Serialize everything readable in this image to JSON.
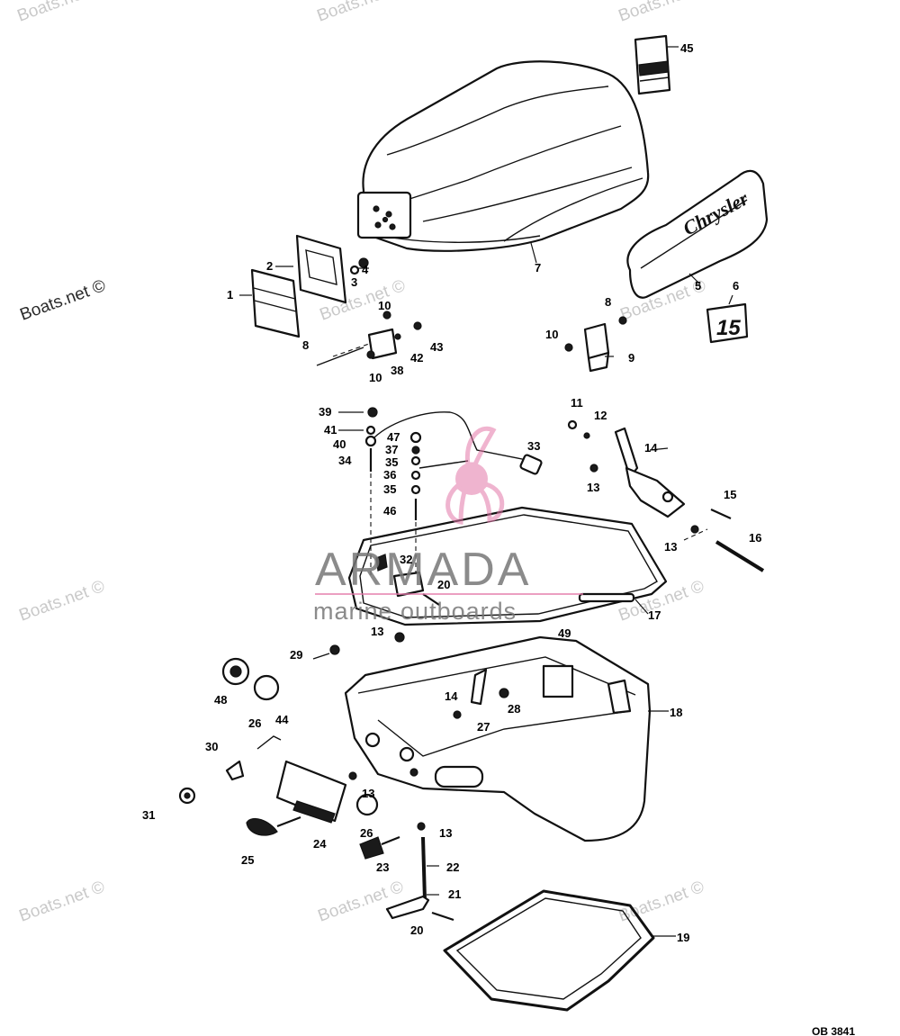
{
  "diagram": {
    "drawing_code": "OB 3841",
    "cowl_brand": "Chrysler",
    "decal_number": "15"
  },
  "watermarks": {
    "site": "Boats.net ©",
    "logo_main": "ARMADA",
    "logo_sub": "marine outboards"
  },
  "part_numbers": [
    "1",
    "2",
    "3",
    "4",
    "5",
    "6",
    "7",
    "8",
    "9",
    "10",
    "11",
    "12",
    "13",
    "14",
    "15",
    "16",
    "17",
    "18",
    "19",
    "20",
    "21",
    "22",
    "23",
    "24",
    "25",
    "26",
    "27",
    "28",
    "29",
    "30",
    "31",
    "32",
    "33",
    "34",
    "35",
    "36",
    "37",
    "38",
    "39",
    "40",
    "41",
    "42",
    "43",
    "44",
    "45",
    "46",
    "47",
    "48",
    "49"
  ],
  "callouts": [
    {
      "id": "c45",
      "text": "45"
    },
    {
      "id": "c7",
      "text": "7"
    },
    {
      "id": "c2",
      "text": "2"
    },
    {
      "id": "c4",
      "text": "4"
    },
    {
      "id": "c3",
      "text": "3"
    },
    {
      "id": "c1",
      "text": "1"
    },
    {
      "id": "c5",
      "text": "5"
    },
    {
      "id": "c6",
      "text": "6"
    },
    {
      "id": "c10a",
      "text": "10"
    },
    {
      "id": "c8a",
      "text": "8"
    },
    {
      "id": "c43",
      "text": "43"
    },
    {
      "id": "c42",
      "text": "42"
    },
    {
      "id": "c38",
      "text": "38"
    },
    {
      "id": "c10b",
      "text": "10"
    },
    {
      "id": "c8b",
      "text": "8"
    },
    {
      "id": "c10c",
      "text": "10"
    },
    {
      "id": "c9",
      "text": "9"
    },
    {
      "id": "c39",
      "text": "39"
    },
    {
      "id": "c41",
      "text": "41"
    },
    {
      "id": "c40",
      "text": "40"
    },
    {
      "id": "c47",
      "text": "47"
    },
    {
      "id": "c37",
      "text": "37"
    },
    {
      "id": "c35a",
      "text": "35"
    },
    {
      "id": "c34",
      "text": "34"
    },
    {
      "id": "c36",
      "text": "36"
    },
    {
      "id": "c35b",
      "text": "35"
    },
    {
      "id": "c46",
      "text": "46"
    },
    {
      "id": "c33",
      "text": "33"
    },
    {
      "id": "c11",
      "text": "11"
    },
    {
      "id": "c12",
      "text": "12"
    },
    {
      "id": "c14a",
      "text": "14"
    },
    {
      "id": "c13a",
      "text": "13"
    },
    {
      "id": "c15",
      "text": "15"
    },
    {
      "id": "c13b",
      "text": "13"
    },
    {
      "id": "c16",
      "text": "16"
    },
    {
      "id": "c32",
      "text": "32"
    },
    {
      "id": "c20a",
      "text": "20"
    },
    {
      "id": "c17",
      "text": "17"
    },
    {
      "id": "c13c",
      "text": "13"
    },
    {
      "id": "c29",
      "text": "29"
    },
    {
      "id": "c49",
      "text": "49"
    },
    {
      "id": "c18",
      "text": "18"
    },
    {
      "id": "c14b",
      "text": "14"
    },
    {
      "id": "c28",
      "text": "28"
    },
    {
      "id": "c27",
      "text": "27"
    },
    {
      "id": "c48",
      "text": "48"
    },
    {
      "id": "c26a",
      "text": "26"
    },
    {
      "id": "c44",
      "text": "44"
    },
    {
      "id": "c30",
      "text": "30"
    },
    {
      "id": "c31",
      "text": "31"
    },
    {
      "id": "c13d",
      "text": "13"
    },
    {
      "id": "c26b",
      "text": "26"
    },
    {
      "id": "c13e",
      "text": "13"
    },
    {
      "id": "c24",
      "text": "24"
    },
    {
      "id": "c25",
      "text": "25"
    },
    {
      "id": "c23",
      "text": "23"
    },
    {
      "id": "c22",
      "text": "22"
    },
    {
      "id": "c21",
      "text": "21"
    },
    {
      "id": "c20b",
      "text": "20"
    },
    {
      "id": "c19",
      "text": "19"
    }
  ]
}
